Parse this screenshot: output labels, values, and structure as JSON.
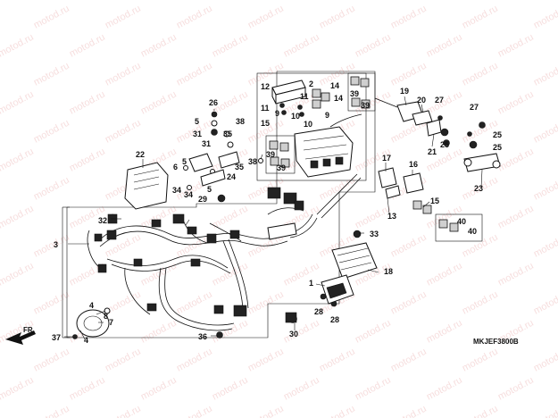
{
  "watermark": "motod.ru",
  "diagram_code": "MKJEF3800B",
  "front_arrow_label": "FR.",
  "callouts": {
    "c1": "1",
    "c2": "2",
    "c3": "3",
    "c4a": "4",
    "c4b": "4",
    "c5a": "5",
    "c5b": "5",
    "c5c": "5",
    "c6": "6",
    "c7": "7",
    "c8": "8",
    "c9a": "9",
    "c9b": "9",
    "c10a": "10",
    "c10b": "10",
    "c11a": "11",
    "c11b": "11",
    "c12": "12",
    "c13": "13",
    "c14a": "14",
    "c14b": "14",
    "c15a": "15",
    "c15b": "15",
    "c16": "16",
    "c17": "17",
    "c18": "18",
    "c19": "19",
    "c20": "20",
    "c21": "21",
    "c22": "22",
    "c23": "23",
    "c24": "24",
    "c25a": "25",
    "c25b": "25",
    "c25c": "25",
    "c26": "26",
    "c27a": "27",
    "c27b": "27",
    "c28a": "28",
    "c28b": "28",
    "c29": "29",
    "c30": "30",
    "c31a": "31",
    "c31b": "31",
    "c32": "32",
    "c33": "33",
    "c34a": "34",
    "c34b": "34",
    "c35a": "35",
    "c35b": "35",
    "c36": "36",
    "c37": "37",
    "c38a": "38",
    "c38b": "38",
    "c39a": "39",
    "c39b": "39",
    "c39c": "39",
    "c39d": "39",
    "c40a": "40",
    "c40b": "40"
  }
}
